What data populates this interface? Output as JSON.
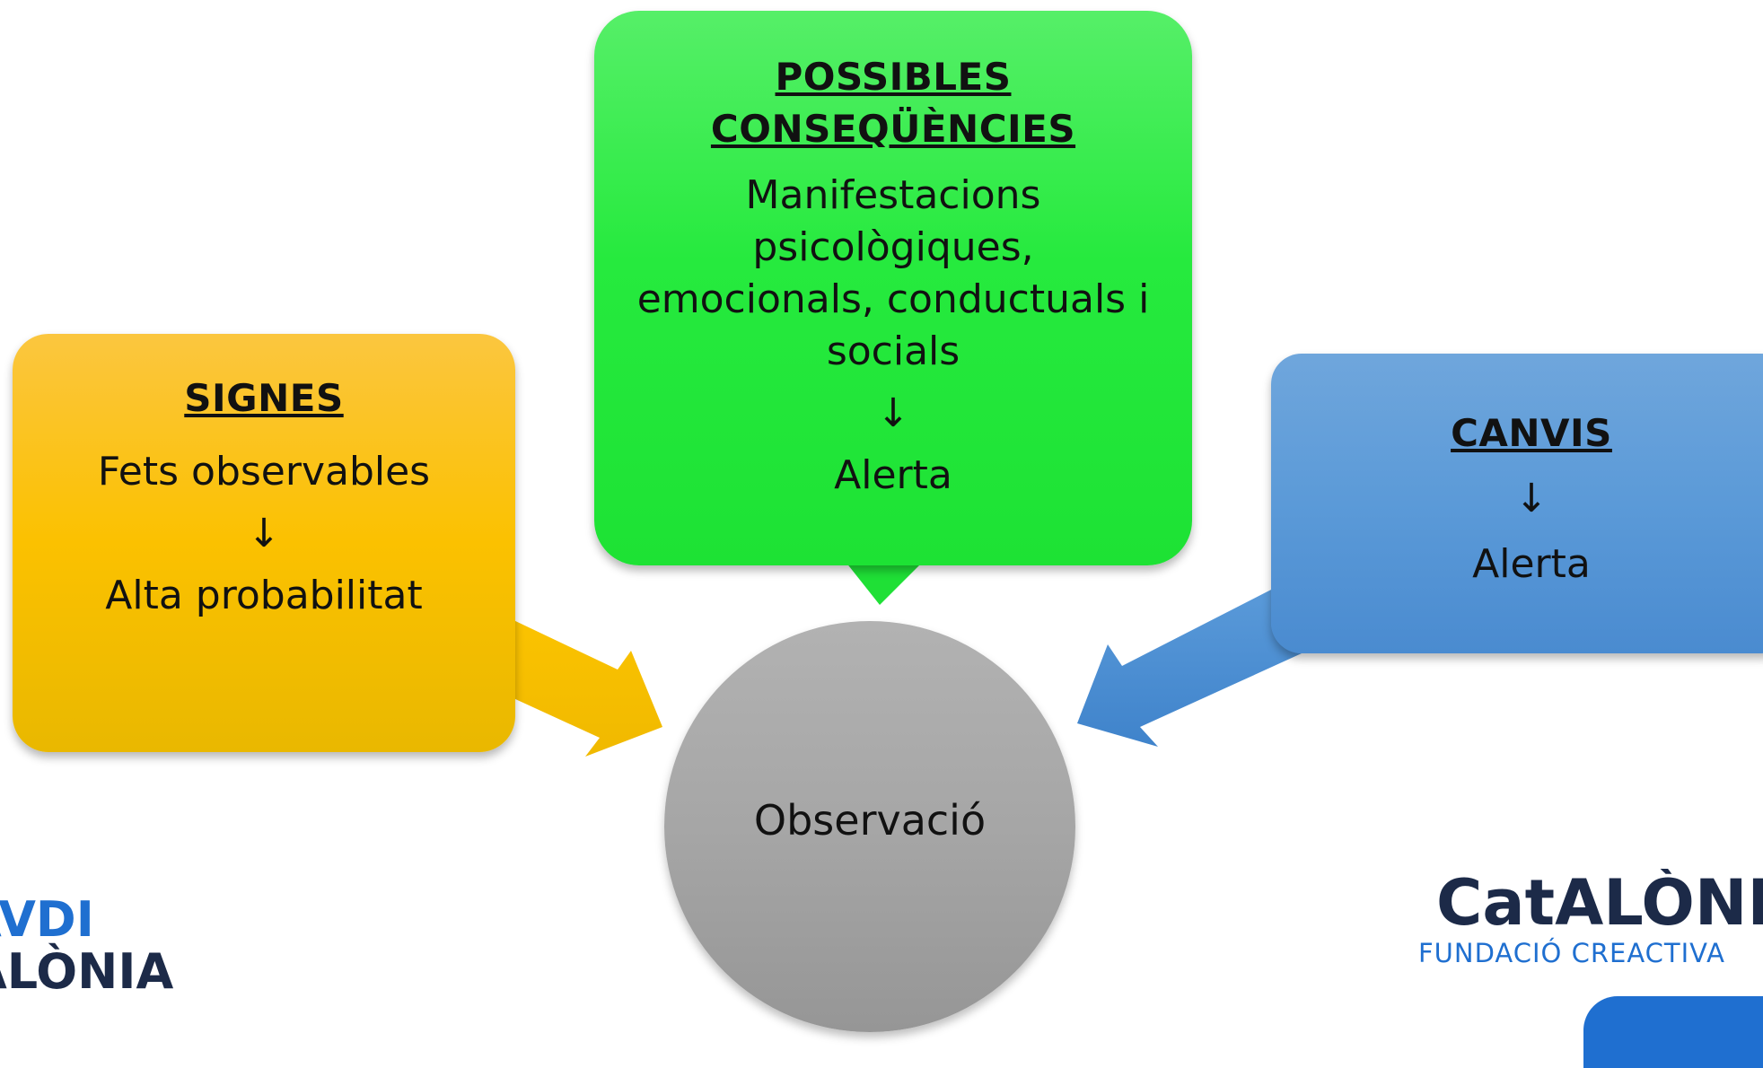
{
  "colors": {
    "signes": "#fbc100",
    "consequencies": "#22e83a",
    "canvis": "#5b9ad8",
    "observacio": "#a6a6a6",
    "logo_blue": "#1f6fd0",
    "logo_dark": "#1c2a48"
  },
  "signes": {
    "title": "SIGNES",
    "text": "Fets observables",
    "arrow": "↓",
    "result": "Alta probabilitat"
  },
  "consequencies": {
    "title_line1": "POSSIBLES",
    "title_line2": "CONSEQÜÈNCIES",
    "text_line1": "Manifestacions",
    "text_line2": "psicològiques,",
    "text_line3": "emocionals, conductuals i",
    "text_line4": "socials",
    "arrow": "↓",
    "result": "Alerta"
  },
  "canvis": {
    "title": "CANVIS",
    "arrow": "↓",
    "result": "Alerta"
  },
  "center": {
    "label": "Observació"
  },
  "logos": {
    "left_line1": "AVDI",
    "left_line2": "ALÒNIA",
    "right_line1": "CatALÒNIA",
    "right_line2": "FUNDACIÓ CREACTIVA"
  }
}
